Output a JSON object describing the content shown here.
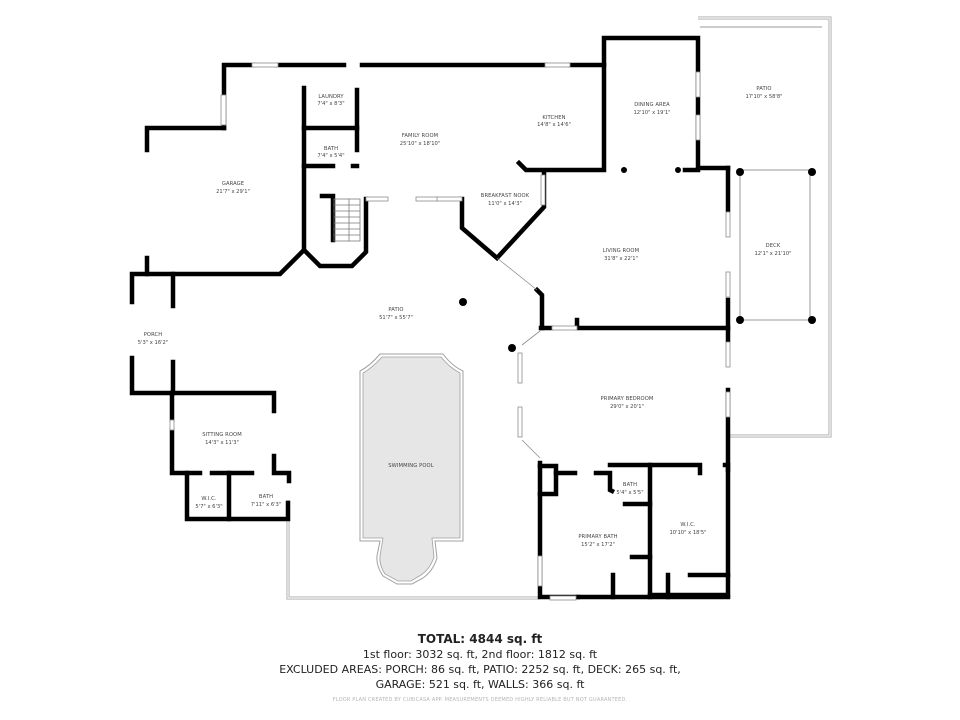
{
  "rooms": {
    "laundry": {
      "name": "LAUNDRY",
      "dim": "7'4\" x 8'3\""
    },
    "bath_upper": {
      "name": "BATH",
      "dim": "7'4\" x 5'4\""
    },
    "family_room": {
      "name": "FAMILY ROOM",
      "dim": "25'10\" x 18'10\""
    },
    "kitchen": {
      "name": "KITCHEN",
      "dim": "14'8\" x 14'6\""
    },
    "dining_area": {
      "name": "DINING AREA",
      "dim": "12'10\" x 19'1\""
    },
    "patio_north": {
      "name": "PATIO",
      "dim": "17'10\" x 58'8\""
    },
    "garage": {
      "name": "GARAGE",
      "dim": "21'7\" x 29'1\""
    },
    "breakfast_nook": {
      "name": "BREAKFAST NOOK",
      "dim": "11'0\" x 14'3\""
    },
    "living_room": {
      "name": "LIVING ROOM",
      "dim": "31'8\" x 22'1\""
    },
    "deck": {
      "name": "DECK",
      "dim": "12'1\" x 21'10\""
    },
    "porch": {
      "name": "PORCH",
      "dim": "5'3\" x 16'2\""
    },
    "patio_main": {
      "name": "PATIO",
      "dim": "51'7\" x 55'7\""
    },
    "primary_bedroom": {
      "name": "PRIMARY BEDROOM",
      "dim": "29'0\" x 20'1\""
    },
    "sitting_room": {
      "name": "SITTING ROOM",
      "dim": "14'3\" x 11'3\""
    },
    "swimming_pool": {
      "name": "SWIMMING POOL"
    },
    "wic_small": {
      "name": "W.I.C.",
      "dim": "5'7\" x 6'3\""
    },
    "bath_small": {
      "name": "BATH",
      "dim": "7'11\" x 6'3\""
    },
    "bath_primary_small": {
      "name": "BATH",
      "dim": "5'4\" x 5'5\""
    },
    "wic_primary": {
      "name": "W.I.C.",
      "dim": "10'10\" x 18'5\""
    },
    "primary_bath": {
      "name": "PRIMARY BATH",
      "dim": "15'2\" x 17'2\""
    }
  },
  "summary": {
    "total": "TOTAL: 4844 sq. ft",
    "floors": "1st floor: 3032 sq. ft, 2nd floor: 1812 sq. ft",
    "excluded_1": "EXCLUDED AREAS: PORCH: 86 sq. ft, PATIO: 2252 sq. ft, DECK: 265 sq. ft,",
    "excluded_2": "GARAGE: 521 sq. ft, WALLS: 366 sq. ft"
  },
  "footnote": "FLOOR PLAN CREATED BY CUBICASA APP. MEASUREMENTS DEEMED HIGHLY RELIABLE BUT NOT GUARANTEED.",
  "colors": {
    "wall": "#000000",
    "pool_fill": "#e6e6e6",
    "exterior_outline": "#a8a8a8",
    "label_text": "#444444"
  }
}
